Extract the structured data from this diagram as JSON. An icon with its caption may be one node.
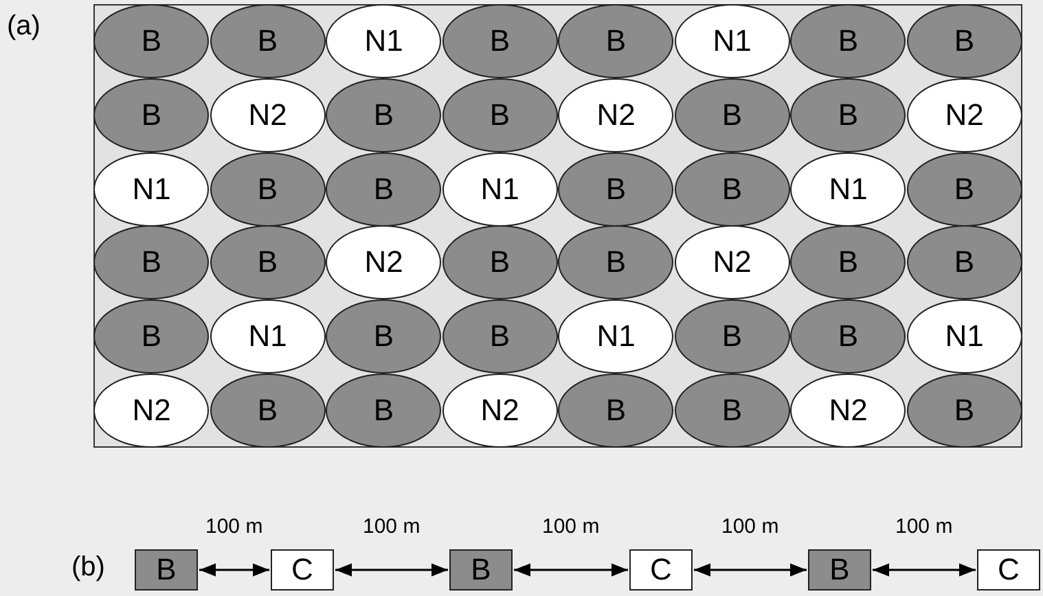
{
  "diagram": {
    "nodes": [
      {
        "text": [
          "B"
        ]
      },
      {
        "text": [
          "B"
        ]
      },
      {
        "text": [
          "N1"
        ]
      },
      {
        "text": [
          "B"
        ]
      },
      {
        "text": [
          "B"
        ]
      },
      {
        "text": [
          "N1"
        ]
      },
      {
        "text": [
          "B"
        ]
      },
      {
        "text": [
          "B"
        ]
      },
      {
        "text": [
          "B"
        ]
      },
      {
        "text": [
          "N2"
        ]
      },
      {
        "text": [
          "B"
        ]
      },
      {
        "text": [
          "B"
        ]
      },
      {
        "text": [
          "N2"
        ]
      },
      {
        "text": [
          "B"
        ]
      },
      {
        "text": [
          "B"
        ]
      },
      {
        "text": [
          "N2"
        ]
      },
      {
        "text": [
          "N1"
        ]
      },
      {
        "text": [
          "B"
        ]
      },
      {
        "text": [
          "B"
        ]
      },
      {
        "text": [
          "N1"
        ]
      },
      {
        "text": [
          "B"
        ]
      },
      {
        "text": [
          "B"
        ]
      },
      {
        "text": [
          "N1"
        ]
      },
      {
        "text": [
          "B"
        ]
      },
      {
        "text": [
          "B"
        ]
      },
      {
        "text": [
          "B"
        ]
      },
      {
        "text": [
          "N2"
        ]
      },
      {
        "text": [
          "B"
        ]
      },
      {
        "text": [
          "B"
        ]
      },
      {
        "text": [
          "N2"
        ]
      },
      {
        "text": [
          "B"
        ]
      },
      {
        "text": [
          "B"
        ]
      },
      {
        "text": [
          "B"
        ]
      },
      {
        "text": [
          "N1"
        ]
      },
      {
        "text": [
          "B"
        ]
      },
      {
        "text": [
          "B"
        ]
      },
      {
        "text": [
          "N1"
        ]
      },
      {
        "text": [
          "B"
        ]
      },
      {
        "text": [
          "B"
        ]
      },
      {
        "text": [
          "N1"
        ]
      },
      {
        "text": [
          "N2"
        ]
      },
      {
        "text": [
          "B"
        ]
      },
      {
        "text": [
          "B"
        ]
      },
      {
        "text": [
          "N2"
        ]
      },
      {
        "text": [
          "B"
        ]
      },
      {
        "text": [
          "B"
        ]
      },
      {
        "text": [
          "N2"
        ]
      },
      {
        "text": [
          "B"
        ]
      },
      {
        "text": [
          "B"
        ]
      },
      {
        "text": [
          "C"
        ]
      },
      {
        "text": [
          "B"
        ]
      },
      {
        "text": [
          "C"
        ]
      },
      {
        "text": [
          "B"
        ]
      },
      {
        "text": [
          "C"
        ]
      }
    ],
    "edges": [
      {
        "from": 48,
        "to": 49,
        "arrow": "both",
        "label": "100 m"
      },
      {
        "from": 49,
        "to": 50,
        "arrow": "both",
        "label": "100 m"
      },
      {
        "from": 50,
        "to": 51,
        "arrow": "both",
        "label": "100 m"
      },
      {
        "from": 51,
        "to": 52,
        "arrow": "both",
        "label": "100 m"
      },
      {
        "from": 52,
        "to": 53,
        "arrow": "both",
        "label": "100 m"
      }
    ],
    "labels": [
      "(a)",
      "(b)"
    ]
  }
}
